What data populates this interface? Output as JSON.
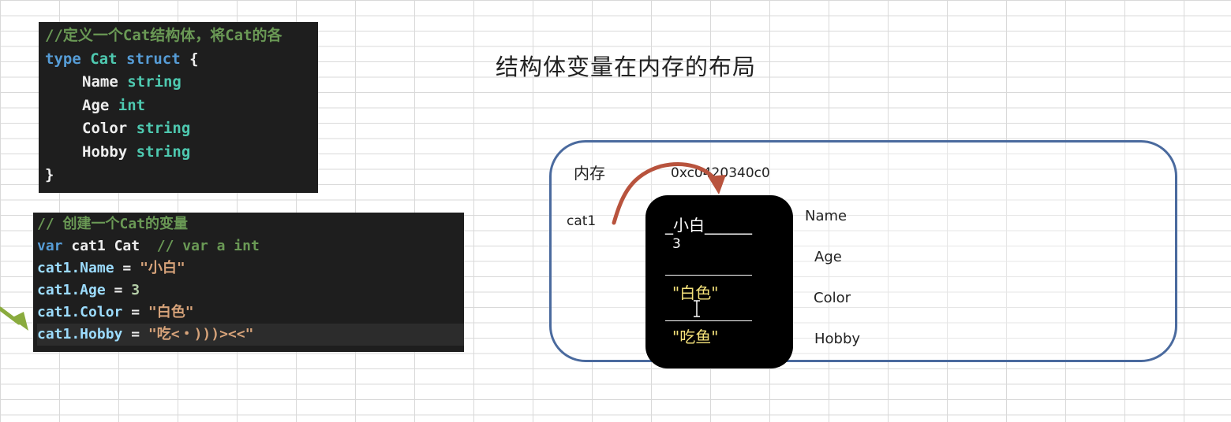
{
  "code_block_1": {
    "line1": "//定义一个Cat结构体，将Cat的各",
    "kw_type": "type",
    "type_cat": "Cat",
    "kw_struct": "struct",
    "open_brace": "{",
    "fields": [
      {
        "name": "Name",
        "type": "string"
      },
      {
        "name": "Age",
        "type": "int"
      },
      {
        "name": "Color",
        "type": "string"
      },
      {
        "name": "Hobby",
        "type": "string"
      }
    ],
    "close_brace": "}"
  },
  "code_block_2": {
    "comment": "// 创建一个Cat的变量",
    "var_kw": "var",
    "var_name": "cat1",
    "var_type": "Cat",
    "var_comment": "// var a int",
    "assignments": [
      {
        "lhs": "cat1.Name",
        "op": " = ",
        "rhs": "\"小白\""
      },
      {
        "lhs": "cat1.Age",
        "op": " = ",
        "rhs": "3"
      },
      {
        "lhs": "cat1.Color",
        "op": " = ",
        "rhs": "\"白色\""
      },
      {
        "lhs": "cat1.Hobby",
        "op": " = ",
        "rhs": "\"吃<・)))><<\""
      }
    ]
  },
  "title": "结构体变量在内存的布局",
  "memory": {
    "label": "内存",
    "address": "0xc0420340c0",
    "variable": "cat1",
    "values": {
      "name": "_小白______",
      "age": "3",
      "color": "\"白色\"",
      "hobby": "\"吃鱼\""
    },
    "field_labels": [
      "Name",
      "Age",
      "Color",
      "Hobby"
    ]
  },
  "colors": {
    "memory_border": "#4a6a9e",
    "arrow": "#b8533d",
    "side_arrow": "#8aab3e"
  }
}
